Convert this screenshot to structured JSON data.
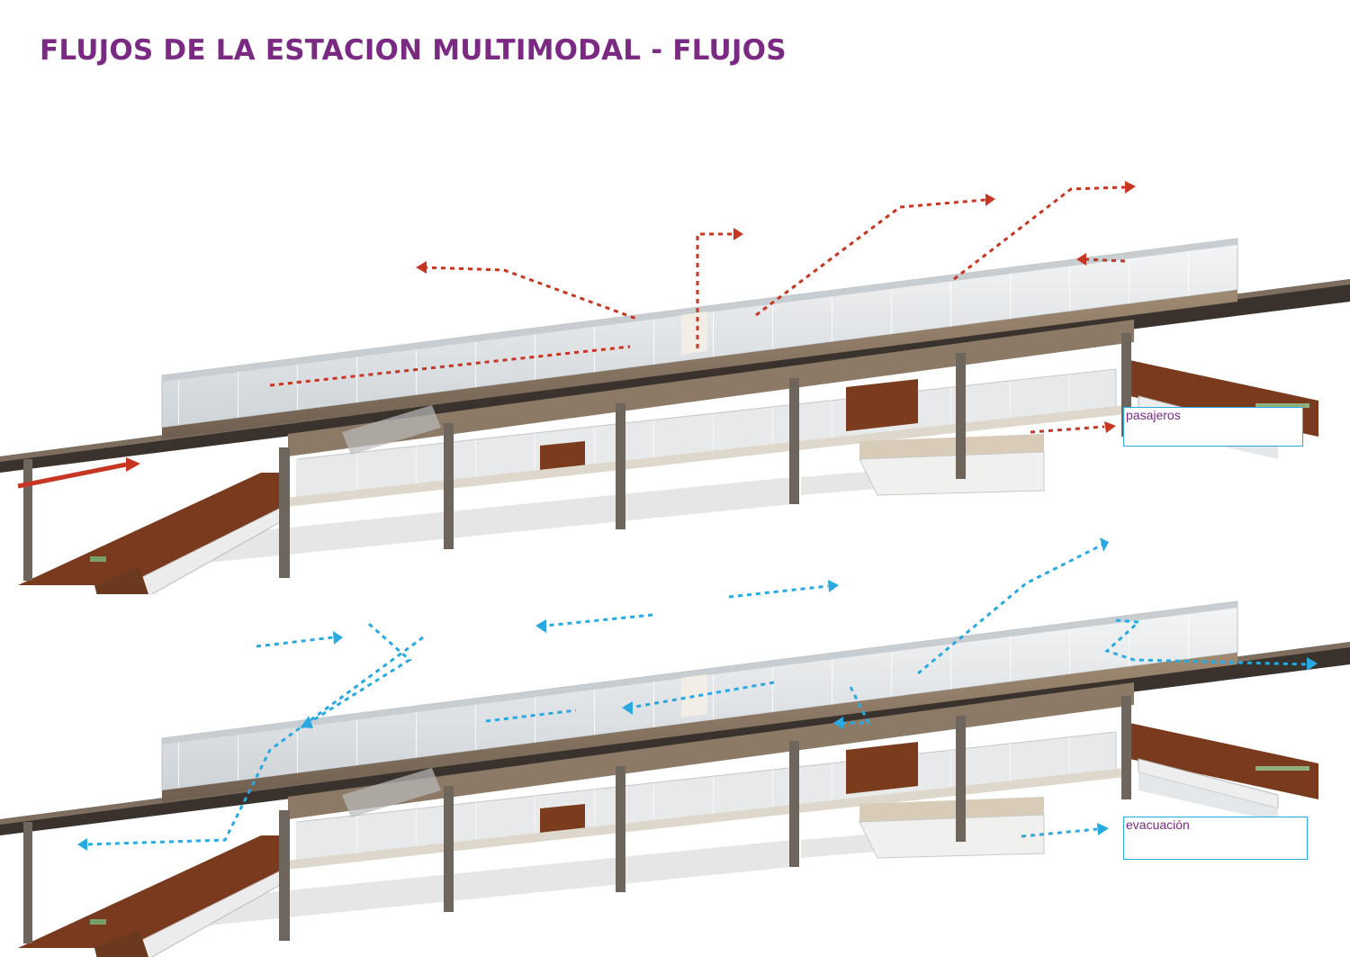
{
  "title": "FLUJOS DE LA ESTACION MULTIMODAL - FLUJOS",
  "colors": {
    "title": "#7b2a83",
    "pasajeros_arrow": "#c63623",
    "evacuacion_arrow": "#29a9e1",
    "legend_border": "#29a9e1",
    "glass": "#dfe3e6",
    "deck": "#8f7c69",
    "structure": "#6e665c",
    "wood": "#7a3a1d"
  },
  "legend": {
    "pasajeros": {
      "label": "pasajeros",
      "icon": "dotted-red-arrow-icon"
    },
    "evacuacion": {
      "label": "evacuación",
      "icon": "dotted-blue-arrow-icon"
    }
  },
  "diagrams": [
    {
      "name": "passenger-flow-section",
      "flow": "pasajeros"
    },
    {
      "name": "evacuation-flow-section",
      "flow": "evacuacion"
    }
  ]
}
